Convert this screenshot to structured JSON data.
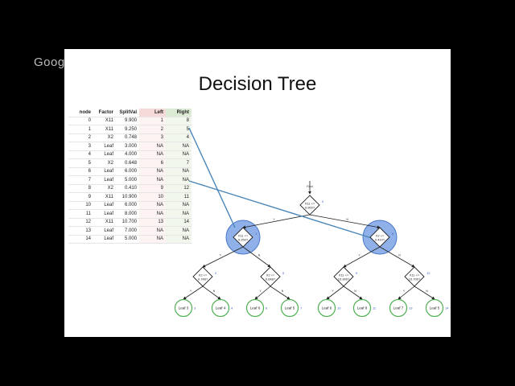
{
  "logo": "Googl",
  "slide": {
    "title": "Decision Tree",
    "table": {
      "headers": [
        "node",
        "Factor",
        "SplitVal",
        "Left",
        "Right"
      ],
      "rows": [
        [
          "0",
          "X11",
          "9.900",
          "1",
          "8"
        ],
        [
          "1",
          "X11",
          "9.250",
          "2",
          "5"
        ],
        [
          "2",
          "X2",
          "0.748",
          "3",
          "4"
        ],
        [
          "3",
          "Leaf",
          "3.000",
          "NA",
          "NA"
        ],
        [
          "4",
          "Leaf",
          "4.000",
          "NA",
          "NA"
        ],
        [
          "5",
          "X2",
          "0.648",
          "6",
          "7"
        ],
        [
          "6",
          "Leaf",
          "6.000",
          "NA",
          "NA"
        ],
        [
          "7",
          "Leaf",
          "5.000",
          "NA",
          "NA"
        ],
        [
          "8",
          "X2",
          "0.410",
          "9",
          "12"
        ],
        [
          "9",
          "X11",
          "10.900",
          "10",
          "11"
        ],
        [
          "10",
          "Leaf",
          "6.000",
          "NA",
          "NA"
        ],
        [
          "11",
          "Leaf",
          "8.000",
          "NA",
          "NA"
        ],
        [
          "12",
          "X11",
          "10.700",
          "13",
          "14"
        ],
        [
          "13",
          "Leaf",
          "7.000",
          "NA",
          "NA"
        ],
        [
          "14",
          "Leaf",
          "5.000",
          "NA",
          "NA"
        ]
      ]
    },
    "tree": {
      "root_label": "Root",
      "nodes": [
        {
          "id": "0",
          "line1": "X11 <=",
          "line2": "9.900?"
        },
        {
          "id": "1",
          "line1": "X11 <=",
          "line2": "9.250?"
        },
        {
          "id": "8",
          "line1": "X2 <=",
          "line2": "0.410?"
        },
        {
          "id": "2",
          "line1": "X2 <=",
          "line2": "0.748?"
        },
        {
          "id": "5",
          "line1": "X2 <=",
          "line2": "0.648?"
        },
        {
          "id": "9",
          "line1": "X11 <=",
          "line2": "10.900?"
        },
        {
          "id": "12",
          "line1": "X11 <=",
          "line2": "10.700?"
        }
      ],
      "leaves": [
        {
          "id": "3",
          "label": "Leaf 3"
        },
        {
          "id": "4",
          "label": "Leaf 4"
        },
        {
          "id": "6",
          "label": "Leaf 6"
        },
        {
          "id": "7",
          "label": "Leaf 5"
        },
        {
          "id": "10",
          "label": "Leaf 6"
        },
        {
          "id": "11",
          "label": "Leaf 8"
        },
        {
          "id": "13",
          "label": "Leaf 7"
        },
        {
          "id": "14",
          "label": "Leaf 5"
        }
      ],
      "yes_label": "Y",
      "no_label": "N"
    },
    "colors": {
      "highlight_fill": "#8fb0e8",
      "highlight_stroke": "#4a78c8",
      "leaf_stroke": "#4caf50",
      "arrow": "#4a86b8",
      "node_number": "#3a5fc8"
    }
  }
}
